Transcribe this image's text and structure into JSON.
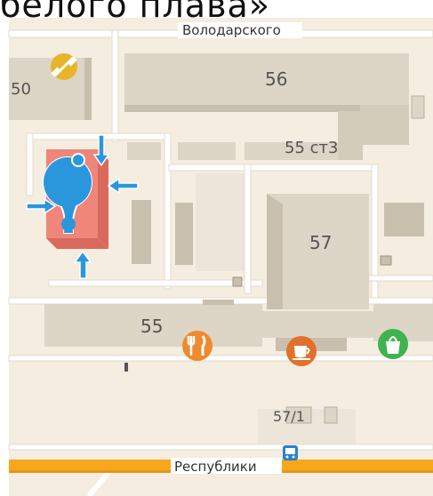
{
  "top_caption": "белого плава»",
  "streets": {
    "top": "Володарского",
    "bottom": "Республики"
  },
  "buildings": {
    "b50": "50",
    "b56": "56",
    "b55st3": "55 ст3",
    "b57": "57",
    "b55": "55",
    "b57_1": "57/1"
  },
  "colors": {
    "background": "#f4ede0",
    "building": "#ddd5c5",
    "building_side": "#c8bfae",
    "road": "#ffffff",
    "main_road": "#f6a71c",
    "highlight": "#f0857a",
    "pin": "#2a97dd",
    "food_icon": "#ee8a2f",
    "cafe_icon": "#e0702a",
    "shop_icon": "#3fb34f",
    "bus_icon": "#2a80d0"
  },
  "icons": [
    "gym-icon",
    "location-pin-icon",
    "entrance-arrow-icon",
    "restaurant-icon",
    "cafe-icon",
    "shop-icon",
    "bus-stop-icon"
  ]
}
